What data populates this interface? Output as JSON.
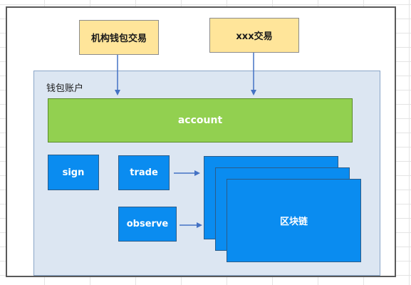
{
  "diagram": {
    "top_boxes": {
      "institution_wallet_trade": "机构钱包交易",
      "xxx_trade": "xxx交易"
    },
    "wallet_account_label": "钱包账户",
    "account": "account",
    "sign": "sign",
    "trade": "trade",
    "observe": "observe",
    "blockchain": "区块链"
  },
  "colors": {
    "yellow_box": "#ffe59a",
    "wallet_container": "#dce6f2",
    "account_bar": "#92d050",
    "blue_box": "#0a8cf0",
    "arrow": "#4472c4"
  }
}
